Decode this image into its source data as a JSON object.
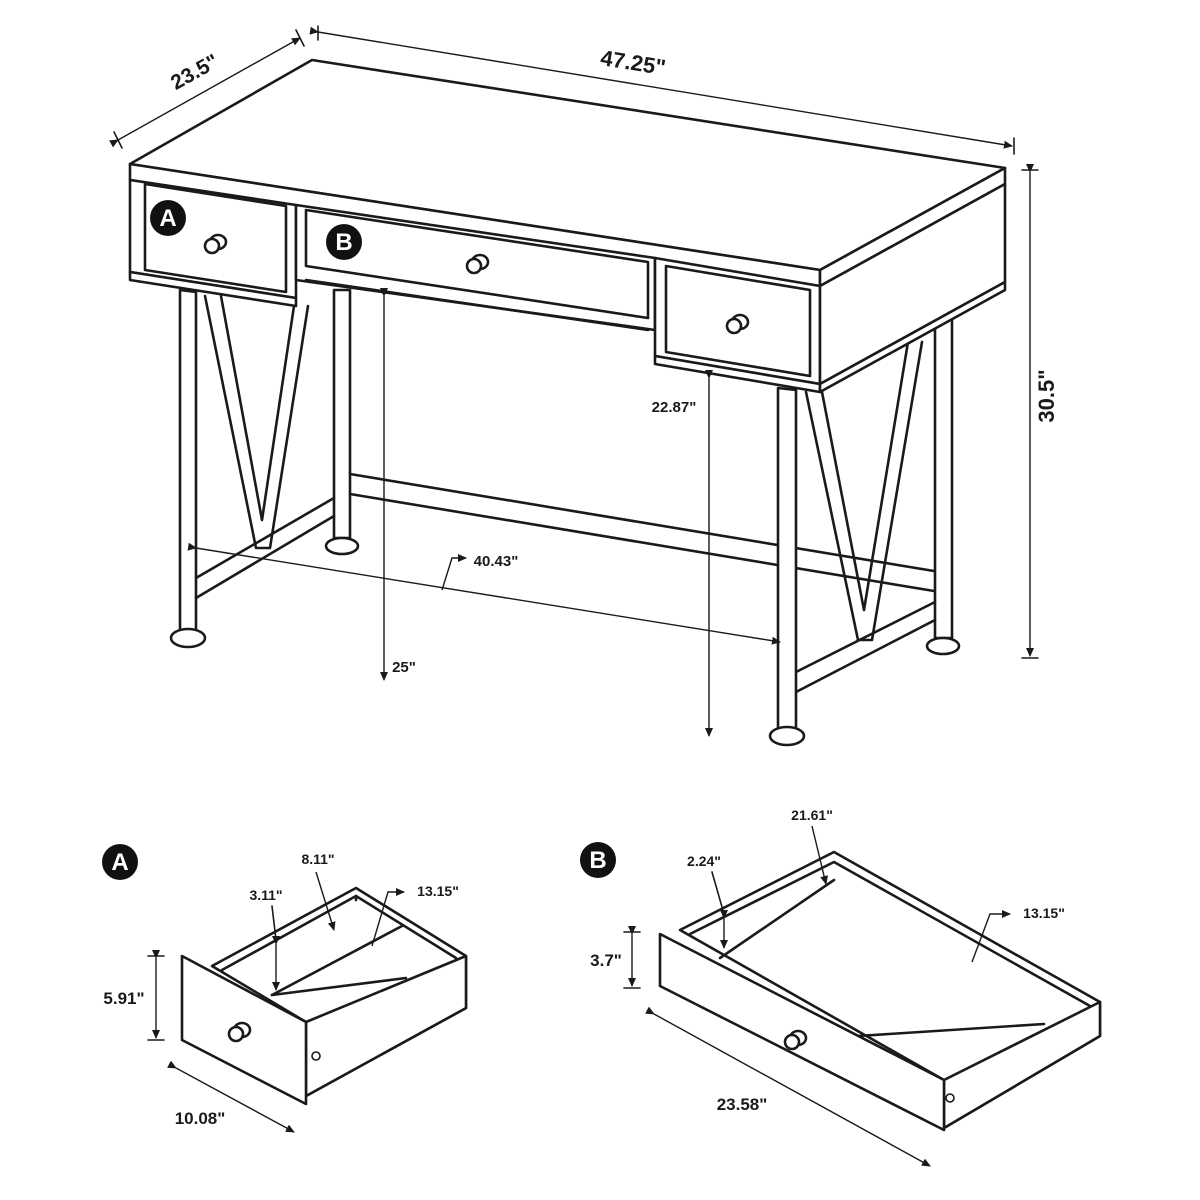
{
  "desk": {
    "width": "47.25\"",
    "depth": "23.5\"",
    "height": "30.5\"",
    "knee_clearance_height": "22.87\"",
    "floor_to_center_drawer": "25\"",
    "inner_leg_span": "40.43\""
  },
  "badges": {
    "a": "A",
    "b": "B"
  },
  "drawer_a": {
    "badge": "A",
    "front_height": "5.91\"",
    "front_width": "10.08\"",
    "inner_depth": "3.11\"",
    "inner_width": "8.11\"",
    "inner_length": "13.15\""
  },
  "drawer_b": {
    "badge": "B",
    "front_height": "3.7\"",
    "front_width": "23.58\"",
    "inner_depth": "2.24\"",
    "inner_width": "21.61\"",
    "inner_length": "13.15\""
  },
  "colors": {
    "line": "#1a1a1a",
    "badge": "#111111",
    "background": "#ffffff"
  }
}
